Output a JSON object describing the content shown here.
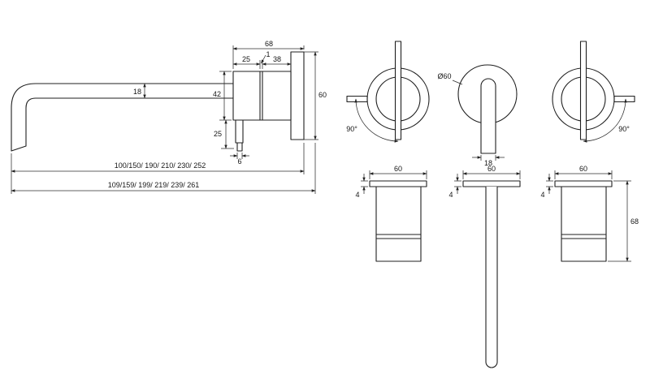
{
  "side_view": {
    "dim_68": "68",
    "dim_25_top": "25",
    "dim_1": "1",
    "dim_38": "38",
    "dim_18": "18",
    "dim_42": "42",
    "dim_60": "60",
    "dim_25_bottom": "25",
    "dim_6": "6",
    "dim_lengths_spout": "100/150/ 190/ 210/ 230/ 252",
    "dim_lengths_total": "109/159/ 199/ 219/ 239/ 261"
  },
  "front_views": {
    "left_angle": "90°",
    "diameter": "Ø60",
    "spout_width": "18",
    "right_angle": "90°"
  },
  "bottom_views": {
    "left_width": "60",
    "left_thickness": "4",
    "spout_width": "60",
    "spout_thickness": "4",
    "right_width": "60",
    "right_thickness": "4",
    "right_height": "68"
  }
}
